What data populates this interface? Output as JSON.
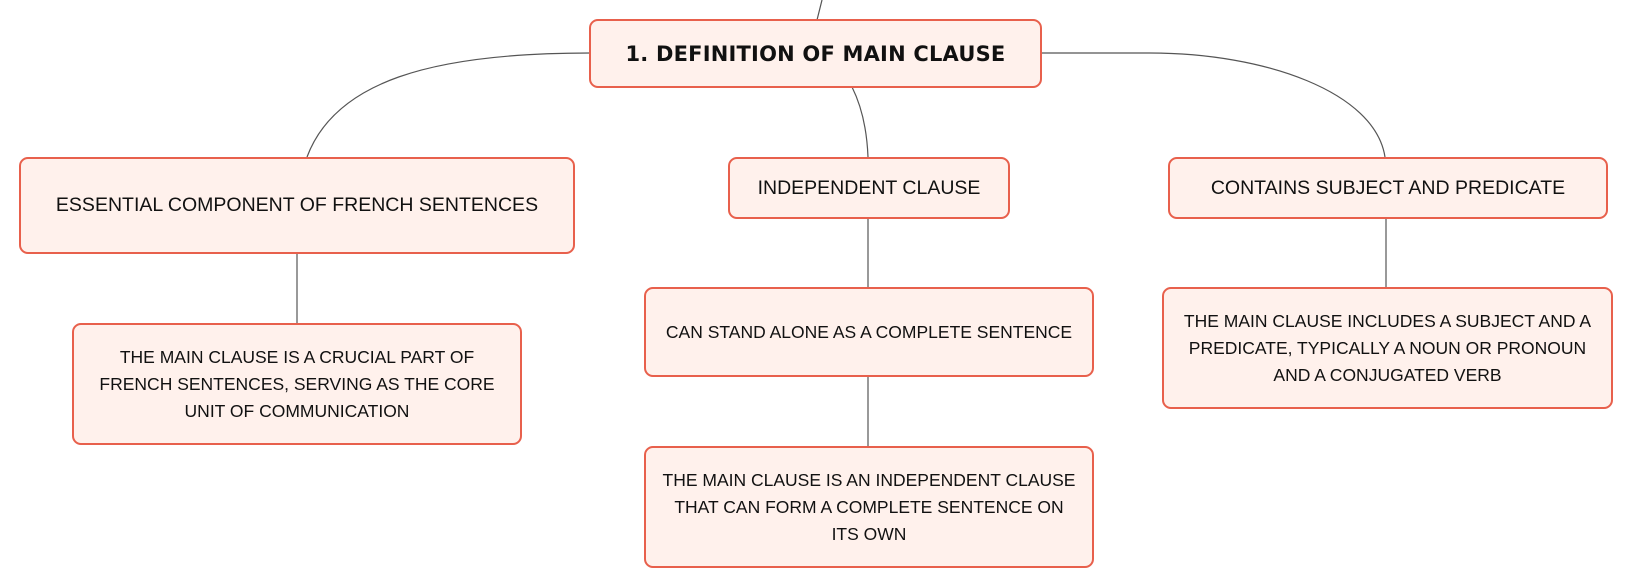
{
  "colors": {
    "node_border": "#e8604c",
    "node_fill": "#fff1ec",
    "connector": "#555555",
    "text": "#111111"
  },
  "root": {
    "label": "1. DEFINITION OF MAIN CLAUSE"
  },
  "branches": [
    {
      "label": "ESSENTIAL COMPONENT OF FRENCH SENTENCES",
      "children": [
        {
          "label": "THE MAIN CLAUSE IS A CRUCIAL PART OF FRENCH SENTENCES, SERVING AS THE CORE UNIT OF COMMUNICATION"
        }
      ]
    },
    {
      "label": "INDEPENDENT CLAUSE",
      "children": [
        {
          "label": "CAN STAND ALONE AS A COMPLETE SENTENCE",
          "children": [
            {
              "label": "THE MAIN CLAUSE IS AN INDEPENDENT CLAUSE THAT CAN FORM A COMPLETE SENTENCE ON ITS OWN"
            }
          ]
        }
      ]
    },
    {
      "label": "CONTAINS SUBJECT AND PREDICATE",
      "children": [
        {
          "label": "THE MAIN CLAUSE INCLUDES A SUBJECT AND A PREDICATE, TYPICALLY A NOUN OR PRONOUN AND A CONJUGATED VERB"
        }
      ]
    }
  ]
}
